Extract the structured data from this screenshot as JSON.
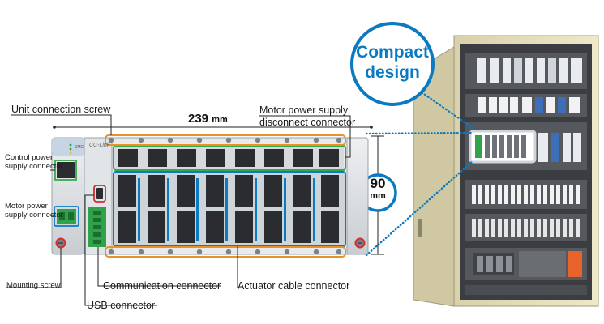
{
  "callouts": {
    "control_power_supply_connector": [
      "Control power",
      "supply connector"
    ],
    "motor_power_supply_connector": [
      "Motor power",
      "supply connector"
    ],
    "mounting_screw": "Mounting screw",
    "unit_connection_screw": "Unit connection screw",
    "motor_power_supply_disconnect_connector": [
      "Motor power supply",
      "disconnect connector"
    ],
    "communication_connector": "Communication connector",
    "usb_connector": "USB connector",
    "actuator_cable_connector": "Actuator cable connector"
  },
  "dimensions": {
    "width": {
      "value": "239",
      "unit": "mm"
    },
    "height": {
      "value": "90",
      "unit": "mm"
    }
  },
  "compact_design": [
    "Compact",
    "design"
  ],
  "device_markings": {
    "brand_badge": "SMC",
    "network_label": "CC-Link"
  },
  "colors": {
    "callout_blue": "#0a7bc2",
    "frame_orange": "#e8922c",
    "frame_green": "#3aa84a",
    "frame_red": "#d62b2b",
    "cabinet": "#e7e0bf",
    "device_green": "#2fa24a"
  }
}
